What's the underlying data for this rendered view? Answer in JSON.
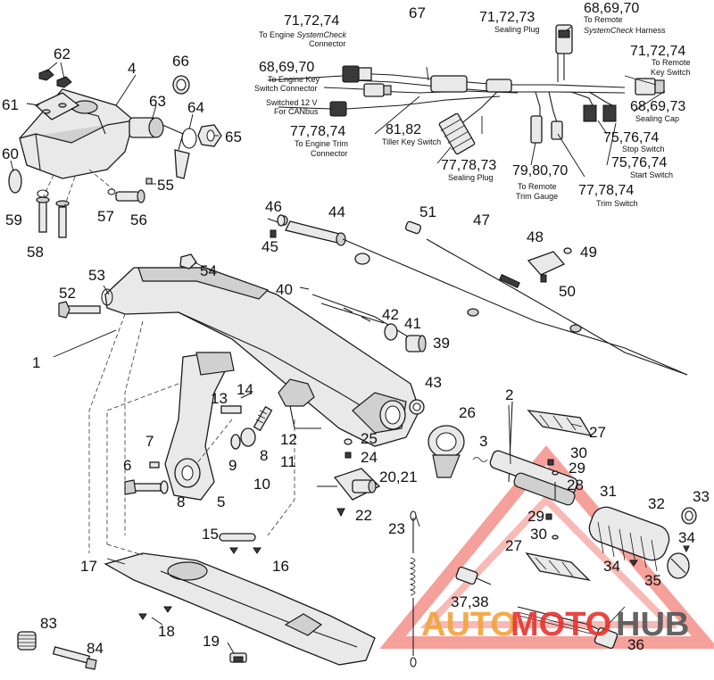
{
  "callouts": {
    "c1": "1",
    "c2": "2",
    "c3": "3",
    "c4": "4",
    "c5": "5",
    "c6": "6",
    "c7": "7",
    "c8a": "8",
    "c8b": "8",
    "c9": "9",
    "c10": "10",
    "c11": "11",
    "c12": "12",
    "c13": "13",
    "c14": "14",
    "c15": "15",
    "c16": "16",
    "c17": "17",
    "c18": "18",
    "c19": "19",
    "c2021": "20,21",
    "c22": "22",
    "c23": "23",
    "c24": "24",
    "c25": "25",
    "c26": "26",
    "c27a": "27",
    "c27b": "27",
    "c28": "28",
    "c29a": "29",
    "c29b": "29",
    "c30a": "30",
    "c30b": "30",
    "c31": "31",
    "c32": "32",
    "c33": "33",
    "c34a": "34",
    "c34b": "34",
    "c35": "35",
    "c36": "36",
    "c3738": "37,38",
    "c39": "39",
    "c40": "40",
    "c41": "41",
    "c42": "42",
    "c43": "43",
    "c44": "44",
    "c45": "45",
    "c46": "46",
    "c47": "47",
    "c48": "48",
    "c49": "49",
    "c50": "50",
    "c51": "51",
    "c52": "52",
    "c53": "53",
    "c54": "54",
    "c55": "55",
    "c56": "56",
    "c57": "57",
    "c58": "58",
    "c59": "59",
    "c60": "60",
    "c61": "61",
    "c62": "62",
    "c63": "63",
    "c64": "64",
    "c65": "65",
    "c66": "66",
    "c67": "67",
    "c83": "83",
    "c84": "84"
  },
  "harness": {
    "h1_num": "71,72,74",
    "h1_line1_pre": "To Engine ",
    "h1_line1_em": "SystemCheck",
    "h1_line2": "Connector",
    "h2_num": "68,69,70",
    "h2_line1": "To Engine Key",
    "h2_line2": "Switch Connector",
    "h3_line1": "Switched 12 V",
    "h3_line2": "For CANbus",
    "h4_num": "77,78,74",
    "h4_line1": "To Engine Trim",
    "h4_line2": "Connector",
    "h5_num": "71,72,73",
    "h5_line1": "Sealing Plug",
    "h6_num": "68,69,70",
    "h6_line1": "To Remote",
    "h6_line2_em": "SystemCheck",
    "h6_line2_post": " Harness",
    "h7_num": "71,72,74",
    "h7_line1": "To Remote",
    "h7_line2": "Key Switch",
    "h8_num": "68,69,73",
    "h8_line1": "Sealing Cap",
    "h9_num": "75,76,74",
    "h9_line1": "Stop Switch",
    "h10_num": "75,76,74",
    "h10_line1": "Start Switch",
    "h11_num": "81,82",
    "h11_line1": "Tiller Key Switch",
    "h12_num": "77,78,73",
    "h12_line1": "Sealing Plug",
    "h13_num": "79,80,70",
    "h13_line1": "To Remote",
    "h13_line2": "Trim Gauge",
    "h14_num": "77,78,74",
    "h14_line1": "Trim Switch"
  },
  "watermark": {
    "text_auto": "AUTO",
    "text_moto": "MOTO",
    "text_hub": "HUB",
    "color_red": "#e8332e",
    "color_orange": "#f2a33a",
    "color_dark": "#555555"
  }
}
